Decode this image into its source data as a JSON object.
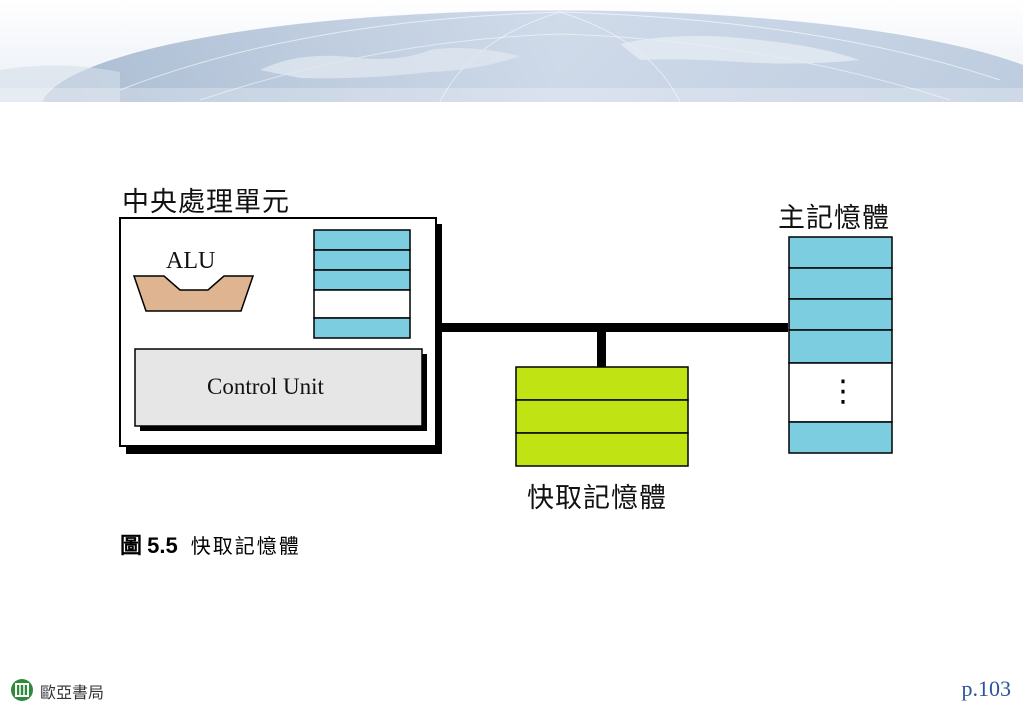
{
  "diagram": {
    "cpu_title": "中央處理單元",
    "alu_label": "ALU",
    "control_unit_label": "Control Unit",
    "main_memory_title": "主記憶體",
    "main_memory_ellipsis": "⋮",
    "cache_title": "快取記憶體"
  },
  "caption": {
    "figure_word": "圖",
    "figure_number": "5.5",
    "figure_title": "快取記憶體"
  },
  "footer": {
    "publisher": "歐亞書局",
    "page": "p.103"
  },
  "colors": {
    "register_blue": "#7ccde0",
    "cache_green": "#c0e313",
    "alu_tan": "#dfb591",
    "control_gray": "#e6e6e6"
  }
}
